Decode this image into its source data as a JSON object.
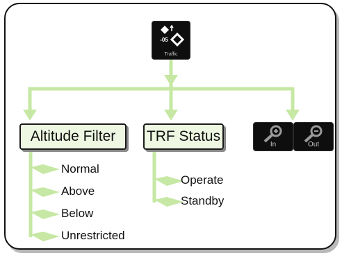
{
  "colors": {
    "connector": "#c6e8a4",
    "label_fill": "#eef7e2",
    "button_bg": "#0e0e0e"
  },
  "traffic_button": {
    "icon": "traffic-icon",
    "digits": "-05",
    "label": "Traffic"
  },
  "altitude_filter": {
    "label": "Altitude Filter",
    "options": [
      "Normal",
      "Above",
      "Below",
      "Unrestricted"
    ]
  },
  "trf_status": {
    "label": "TRF Status",
    "options": [
      "Operate",
      "Standby"
    ]
  },
  "zoom_in_button": {
    "icon": "zoom-in-icon",
    "label": "In"
  },
  "zoom_out_button": {
    "icon": "zoom-out-icon",
    "label": "Out"
  }
}
